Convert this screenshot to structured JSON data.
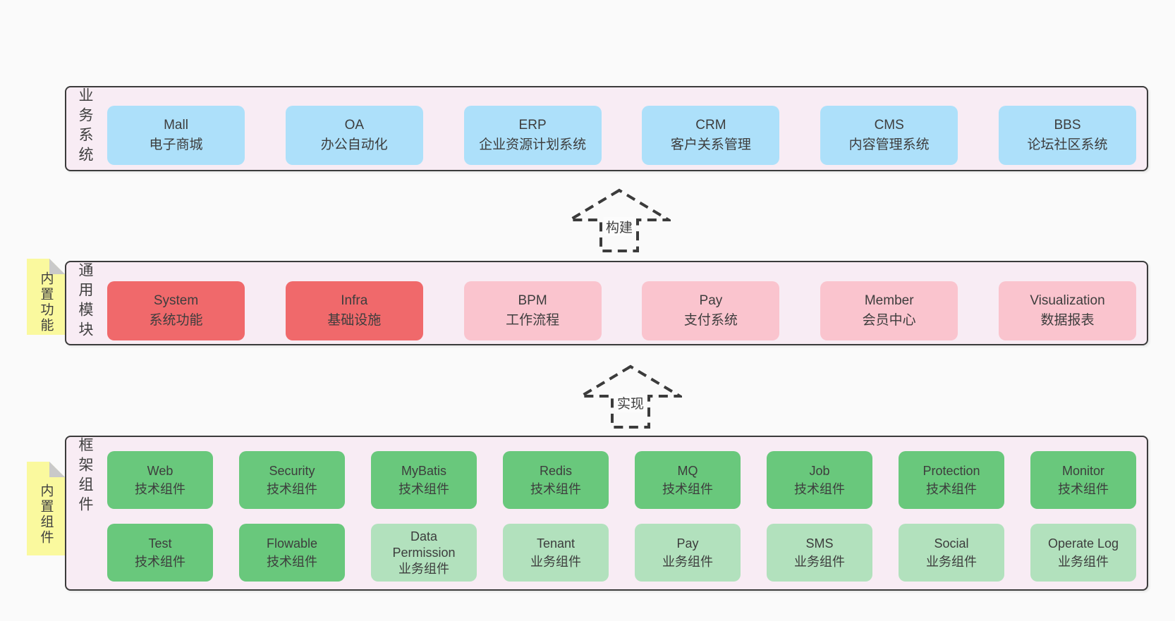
{
  "colors": {
    "page_background": "#fafafa",
    "band_background": "#f8ecf4",
    "band_border": "#3b3b3b",
    "business_box": "#ade0fa",
    "core_module_box": "#f0696b",
    "optional_module_box": "#fac4ce",
    "tech_component_box": "#69c87c",
    "biz_component_box": "#b2e1bd",
    "tag_background": "#faf99e",
    "text": "#3d3d3d"
  },
  "sections": {
    "business": {
      "label": "业务系统",
      "boxes": [
        {
          "en": "Mall",
          "zh": "电子商城",
          "variant": "blue"
        },
        {
          "en": "OA",
          "zh": "办公自动化",
          "variant": "blue"
        },
        {
          "en": "ERP",
          "zh": "企业资源计划系统",
          "variant": "blue"
        },
        {
          "en": "CRM",
          "zh": "客户关系管理",
          "variant": "blue"
        },
        {
          "en": "CMS",
          "zh": "内容管理系统",
          "variant": "blue"
        },
        {
          "en": "BBS",
          "zh": "论坛社区系统",
          "variant": "blue"
        }
      ]
    },
    "modules": {
      "label": "通用模块",
      "tag": "内置功能",
      "boxes": [
        {
          "en": "System",
          "zh": "系统功能",
          "variant": "red"
        },
        {
          "en": "Infra",
          "zh": "基础设施",
          "variant": "red"
        },
        {
          "en": "BPM",
          "zh": "工作流程",
          "variant": "pink"
        },
        {
          "en": "Pay",
          "zh": "支付系统",
          "variant": "pink"
        },
        {
          "en": "Member",
          "zh": "会员中心",
          "variant": "pink"
        },
        {
          "en": "Visualization",
          "zh": "数据报表",
          "variant": "pink"
        }
      ]
    },
    "framework": {
      "label": "框架组件",
      "tag": "内置组件",
      "rows": [
        [
          {
            "en": "Web",
            "zh": "技术组件",
            "variant": "green"
          },
          {
            "en": "Security",
            "zh": "技术组件",
            "variant": "green"
          },
          {
            "en": "MyBatis",
            "zh": "技术组件",
            "variant": "green"
          },
          {
            "en": "Redis",
            "zh": "技术组件",
            "variant": "green"
          },
          {
            "en": "MQ",
            "zh": "技术组件",
            "variant": "green"
          },
          {
            "en": "Job",
            "zh": "技术组件",
            "variant": "green"
          },
          {
            "en": "Protection",
            "zh": "技术组件",
            "variant": "green"
          },
          {
            "en": "Monitor",
            "zh": "技术组件",
            "variant": "green"
          }
        ],
        [
          {
            "en": "Test",
            "zh": "技术组件",
            "variant": "green"
          },
          {
            "en": "Flowable",
            "zh": "技术组件",
            "variant": "green"
          },
          {
            "en": "Data Permission",
            "zh": "业务组件",
            "variant": "light-green"
          },
          {
            "en": "Tenant",
            "zh": "业务组件",
            "variant": "light-green"
          },
          {
            "en": "Pay",
            "zh": "业务组件",
            "variant": "light-green"
          },
          {
            "en": "SMS",
            "zh": "业务组件",
            "variant": "light-green"
          },
          {
            "en": "Social",
            "zh": "业务组件",
            "variant": "light-green"
          },
          {
            "en": "Operate Log",
            "zh": "业务组件",
            "variant": "light-green"
          }
        ]
      ]
    }
  },
  "arrows": {
    "build": "构建",
    "implement": "实现"
  }
}
